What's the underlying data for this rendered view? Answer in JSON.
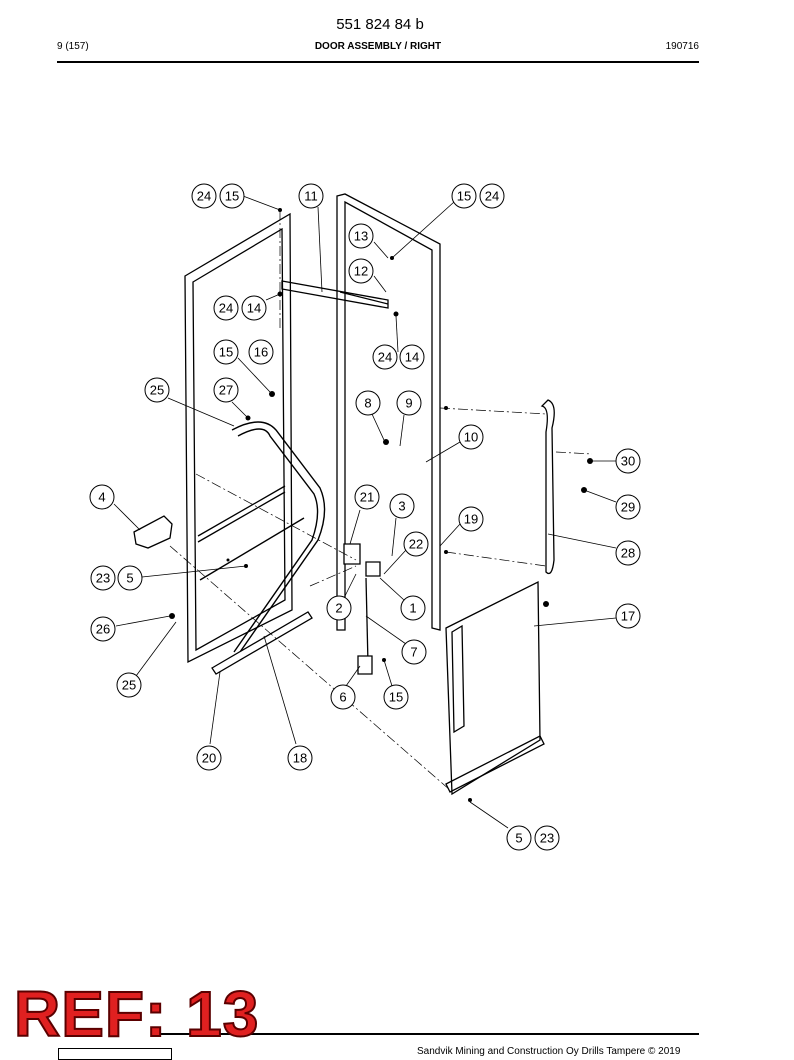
{
  "header": {
    "doc_number": "551 824 84 b",
    "page": "9 (157)",
    "title": "DOOR ASSEMBLY / RIGHT",
    "date": "190716"
  },
  "footer": {
    "copyright": "Sandvik Mining and Construction Oy Drills Tampere © 2019"
  },
  "stamp": {
    "text": "REF: 13",
    "color": "#e02020"
  },
  "callouts": [
    "24",
    "15",
    "11",
    "15",
    "24",
    "13",
    "12",
    "24",
    "14",
    "15",
    "16",
    "24",
    "14",
    "25",
    "27",
    "8",
    "9",
    "10",
    "30",
    "4",
    "21",
    "3",
    "19",
    "29",
    "22",
    "28",
    "23",
    "5",
    "2",
    "1",
    "17",
    "26",
    "7",
    "25",
    "6",
    "15",
    "20",
    "18",
    "5",
    "23"
  ]
}
